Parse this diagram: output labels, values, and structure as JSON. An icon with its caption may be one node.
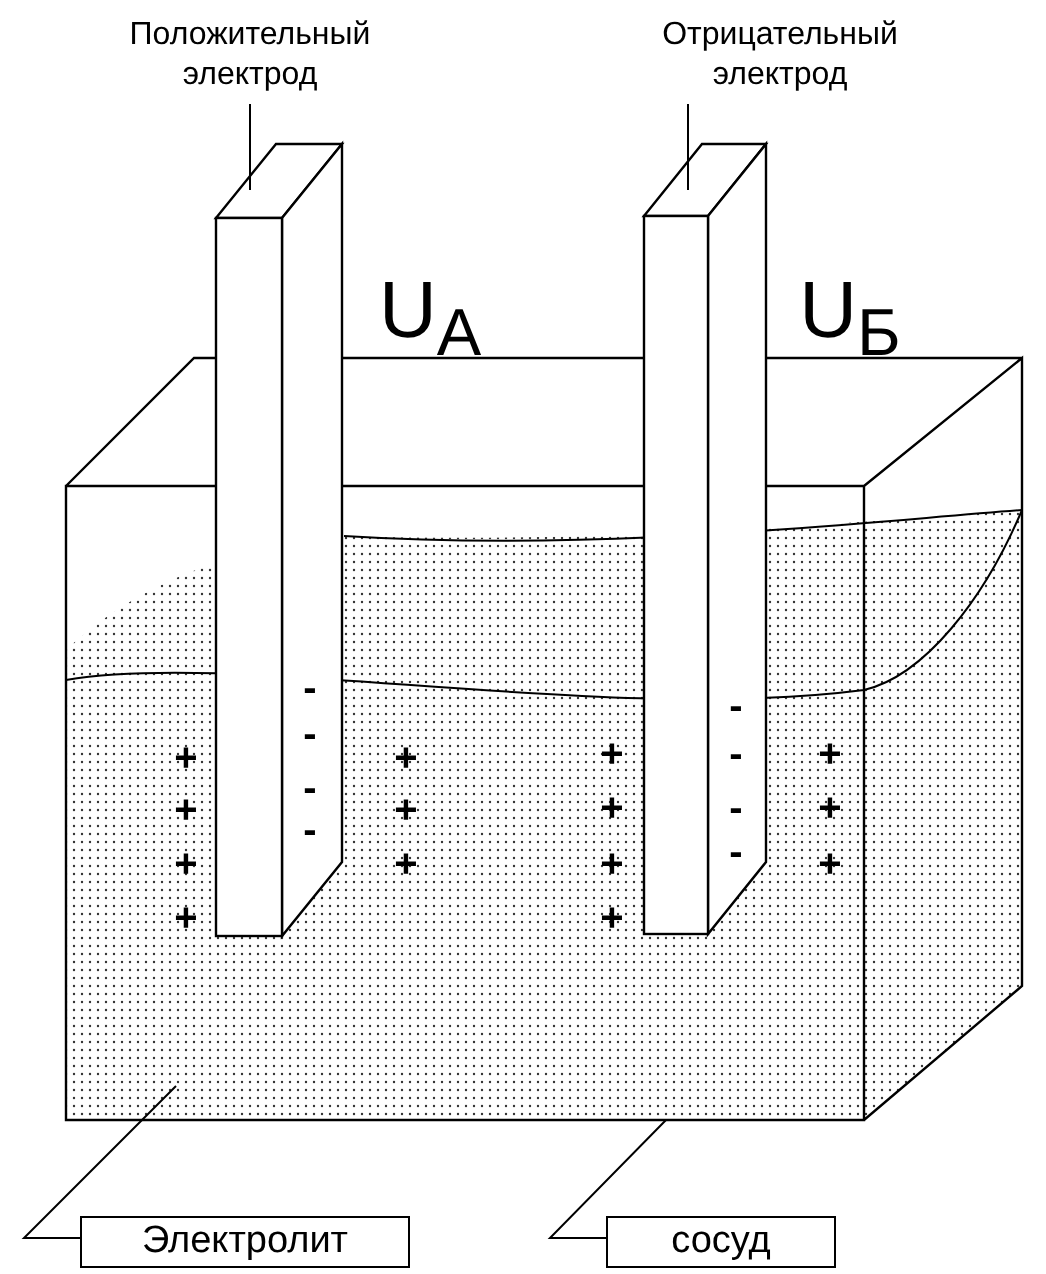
{
  "diagram": {
    "nodes": [
      {
        "text": [
          "Положительный электрод"
        ]
      },
      {
        "text": [],
        "shape": "bar"
      },
      {
        "text": [
          "Отрицательный электрод"
        ]
      },
      {
        "text": [],
        "shape": "bar"
      },
      {
        "text": [
          "Электролит"
        ]
      },
      {
        "text": [],
        "shape": "box",
        "in": 7
      },
      {
        "text": [
          "сосуд"
        ]
      },
      {
        "text": [],
        "shape": "box"
      }
    ],
    "edges": [
      {
        "from": 0,
        "to": 1,
        "arrow": "none"
      },
      {
        "from": 2,
        "to": 3,
        "arrow": "none"
      },
      {
        "from": 4,
        "to": 5,
        "arrow": "none"
      },
      {
        "from": 6,
        "to": 7,
        "arrow": "none"
      }
    ],
    "labels": [
      "U$_{А}$",
      "U$_{Б}$",
      "-",
      "-",
      "-",
      "+",
      "+",
      "+",
      "-",
      "+",
      "-",
      "+",
      "+",
      "+",
      "-",
      "+",
      "-",
      "+",
      "+",
      "+",
      "-",
      "+",
      "+",
      "+"
    ]
  }
}
